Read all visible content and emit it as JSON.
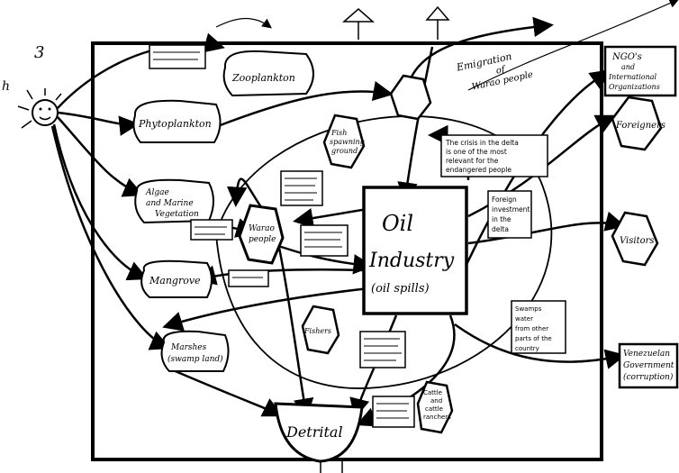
{
  "nodes": {
    "zooplankton": "Zooplankton",
    "phytoplankton": "Phytoplankton",
    "algae": [
      "Algae",
      "and Marine",
      "Vegetation"
    ],
    "mangrove": "Mangrove",
    "marshes": [
      "Marshes",
      "(swamp land)"
    ],
    "detrital": "Detrital",
    "oil_industry": [
      "Oil",
      "Industry",
      "(oil spills)"
    ],
    "ngos": [
      "NGO's",
      "and",
      "International",
      "Organizations"
    ],
    "foreigners": "Foreigners",
    "visitors": "Visitors",
    "venezuelan_government": [
      "Venezuelan",
      "Government",
      "(corruption)"
    ],
    "emigration": [
      "Emigration",
      "of",
      "Warao people"
    ],
    "fish_spawning": [
      "Fish",
      "spawning",
      "ground"
    ],
    "crisis_note": [
      "The crisis in the delta",
      "is one of the most",
      "relevant for the",
      "endangered people"
    ],
    "foreign_investment": [
      "Foreign",
      "investment",
      "in the",
      "delta"
    ],
    "warao_people": [
      "Warao",
      "people"
    ],
    "fishers": "Fishers",
    "cattle_note": [
      "Cattle",
      "and",
      "cattle",
      "ranchers"
    ],
    "swamps_note": [
      "Swamps",
      "water",
      "from other",
      "parts of the",
      "country"
    ]
  }
}
